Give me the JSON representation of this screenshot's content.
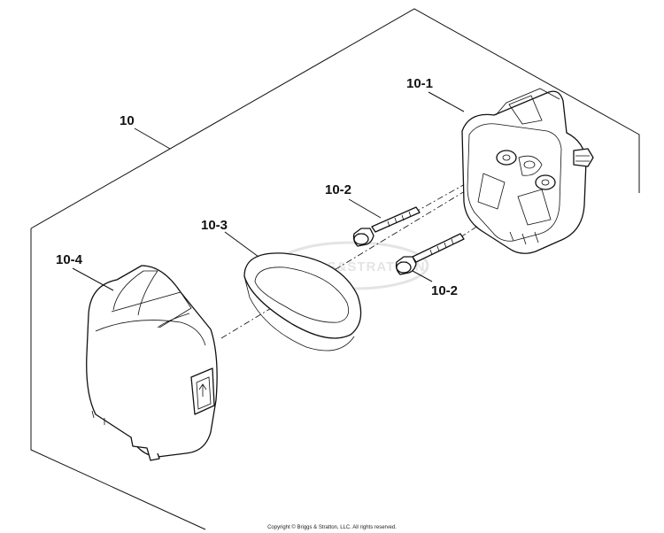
{
  "callouts": {
    "kit": "10",
    "base": "10-1",
    "screw_upper": "10-2",
    "screw_lower": "10-2",
    "filter": "10-3",
    "cover": "10-4"
  },
  "watermark": "BRIGGS&STRATTON",
  "copyright": "Copyright © Briggs & Stratton, LLC. All rights reserved."
}
